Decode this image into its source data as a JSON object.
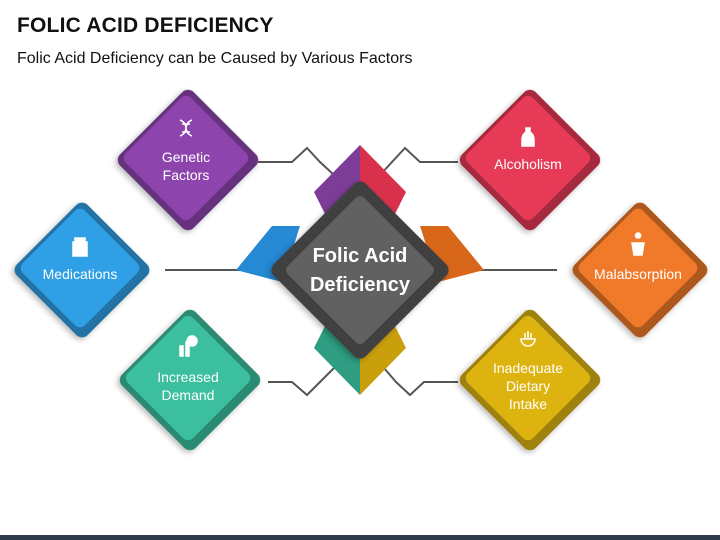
{
  "title": "FOLIC ACID DEFICIENCY",
  "subtitle": "Folic Acid Deficiency can be Caused by Various Factors",
  "center": {
    "line1": "Folic Acid",
    "line2": "Deficiency",
    "color": "#616161"
  },
  "factors": [
    {
      "id": "genetic",
      "lines": [
        "Genetic",
        "Factors"
      ],
      "icon": "dna-icon",
      "color": "#8e44ad"
    },
    {
      "id": "alcoholism",
      "lines": [
        "Alcoholism"
      ],
      "icon": "alcohol-bottle-icon",
      "color": "#e63a56"
    },
    {
      "id": "medications",
      "lines": [
        "Medications"
      ],
      "icon": "medicine-bottle-icon",
      "color": "#2f9fe6"
    },
    {
      "id": "malabsorption",
      "lines": [
        "Malabsorption"
      ],
      "icon": "body-absorption-icon",
      "color": "#f07a2a"
    },
    {
      "id": "demand",
      "lines": [
        "Increased",
        "Demand"
      ],
      "icon": "demand-growth-icon",
      "color": "#3cbf9f"
    },
    {
      "id": "dietary",
      "lines": [
        "Inadequate",
        "Dietary",
        "Intake"
      ],
      "icon": "food-icon",
      "color": "#ddb30f"
    }
  ]
}
